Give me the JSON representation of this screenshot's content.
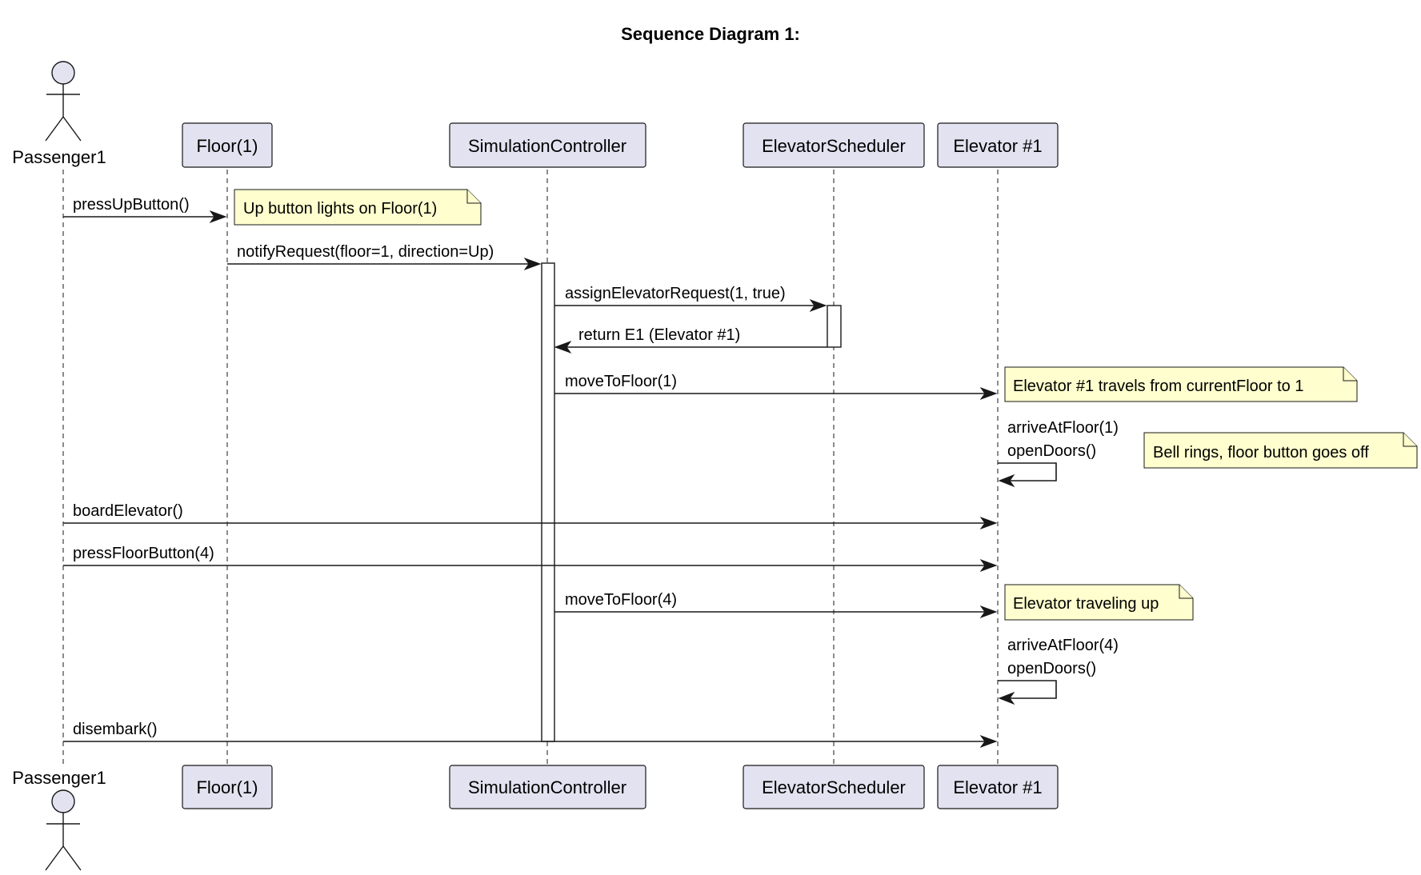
{
  "title": "Sequence Diagram 1:",
  "participants": {
    "passenger": "Passenger1",
    "floor": "Floor(1)",
    "controller": "SimulationController",
    "scheduler": "ElevatorScheduler",
    "elevator": "Elevator #1"
  },
  "messages": [
    {
      "from": "Passenger1",
      "to": "Floor(1)",
      "label": "pressUpButton()"
    },
    {
      "from": "Floor(1)",
      "to": "SimulationController",
      "label": "notifyRequest(floor=1, direction=Up)"
    },
    {
      "from": "SimulationController",
      "to": "ElevatorScheduler",
      "label": "assignElevatorRequest(1, true)"
    },
    {
      "from": "ElevatorScheduler",
      "to": "SimulationController",
      "label": "return E1 (Elevator #1)"
    },
    {
      "from": "SimulationController",
      "to": "Elevator #1",
      "label": "moveToFloor(1)"
    },
    {
      "from": "Elevator #1",
      "to": "Elevator #1",
      "label": [
        "arriveAtFloor(1)",
        "openDoors()"
      ]
    },
    {
      "from": "Passenger1",
      "to": "Elevator #1",
      "label": "boardElevator()"
    },
    {
      "from": "Passenger1",
      "to": "Elevator #1",
      "label": "pressFloorButton(4)"
    },
    {
      "from": "SimulationController",
      "to": "Elevator #1",
      "label": "moveToFloor(4)"
    },
    {
      "from": "Elevator #1",
      "to": "Elevator #1",
      "label": [
        "arriveAtFloor(4)",
        "openDoors()"
      ]
    },
    {
      "from": "Passenger1",
      "to": "Elevator #1",
      "label": "disembark()"
    }
  ],
  "notes": [
    "Up button lights on Floor(1)",
    "Elevator #1 travels from currentFloor to 1",
    "Bell rings, floor button goes off",
    "Elevator traveling up"
  ],
  "colors": {
    "participant_fill": "#e2e2f0",
    "note_fill": "#fefece",
    "line": "#181818"
  }
}
